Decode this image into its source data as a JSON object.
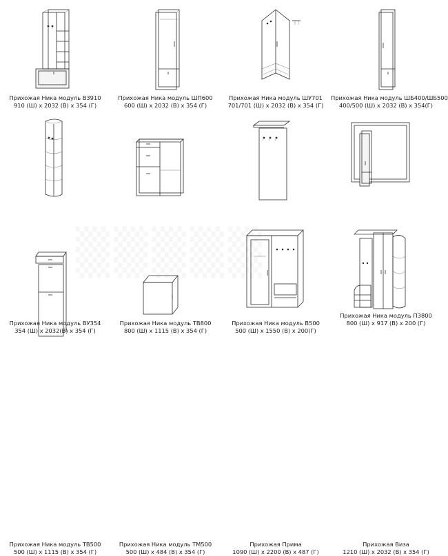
{
  "items": [
    {
      "name": "Прихожая Ника модуль В3910",
      "dims": "910 (Ш) х 2032 (В) х 354 (Г)"
    },
    {
      "name": "Прихожая Ника модуль ШП600",
      "dims": "600 (Ш) х 2032 (В) х 354 (Г)"
    },
    {
      "name": "Прихожая Ника модуль ШУ701",
      "dims": "701/701 (Ш) х 2032 (В) х 354 (Г)"
    },
    {
      "name": "Прихожая Ника модуль ШБ400/ШБ500",
      "dims": "400/500 (Ш) х 2032 (В) х 354(Г)"
    },
    {
      "name": "Прихожая Ника модуль ВУ354",
      "dims": "354 (Ш) х 2032(В) х 354 (Г)"
    },
    {
      "name": "Прихожая Ника модуль ТВ800",
      "dims": "800 (Ш) х 1115 (В) х 354 (Г)"
    },
    {
      "name": "Прихожая Ника модуль В500",
      "dims": "500 (Ш) х 1550 (В) х 200(Г)"
    },
    {
      "name": "Прихожая Ника модуль П3800",
      "dims": "800 (Ш) х 917 (В) х 200 (Г)"
    },
    {
      "name": "Прихожая Ника модуль ТВ500",
      "dims": "500 (Ш) х 1115 (В) х 354 (Г)"
    },
    {
      "name": "Прихожая Ника модуль ТМ500",
      "dims": "500 (Ш) х 484 (В) х 354 (Г)"
    },
    {
      "name": "Прихожая Прима",
      "dims": "1090 (Ш) х 2200 (В) х 487 (Г)"
    },
    {
      "name": "Прихожая Виза",
      "dims": "1210 (Ш) х 2032 (В) х 354 (Г)"
    }
  ]
}
